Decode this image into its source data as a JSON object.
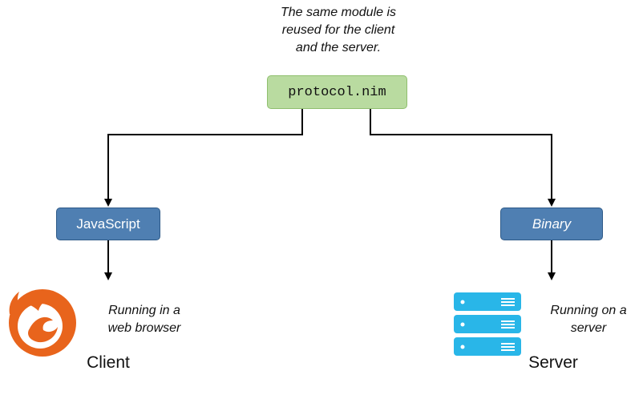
{
  "top_note": "The same module is\nreused for the client\nand the server.",
  "module_box": {
    "label": "protocol.nim"
  },
  "client": {
    "target_label": "JavaScript",
    "icon": "firefox-icon",
    "note": "Running in a\nweb browser",
    "label": "Client"
  },
  "server": {
    "target_label": "Binary",
    "icon": "server-rack-icon",
    "note": "Running on a\nserver",
    "label": "Server"
  },
  "colors": {
    "module_fill": "#b9dba0",
    "target_fill": "#4f7fb2",
    "firefox_orange": "#e8641c",
    "server_blue": "#29b6e8",
    "arrow": "#000000"
  }
}
